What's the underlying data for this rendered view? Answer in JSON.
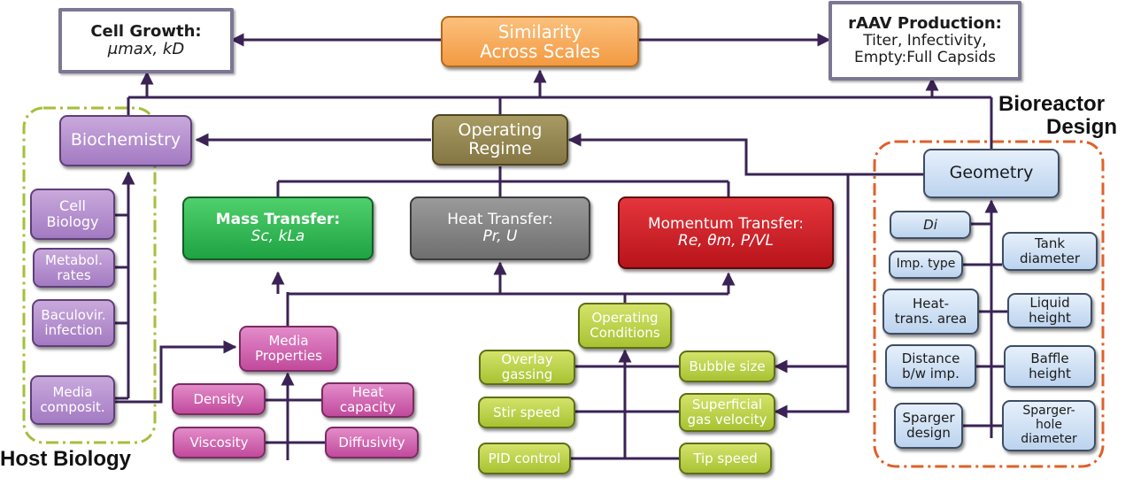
{
  "colors": {
    "wire": "#3a2354",
    "host_biology_border": "#a4bf3a",
    "bioreactor_border": "#e0602a"
  },
  "top": {
    "cell_growth": {
      "title": "Cell Growth:",
      "params": "μmax, kD"
    },
    "similarity": {
      "line1": "Similarity",
      "line2": "Across Scales"
    },
    "raav": {
      "title": "rAAV Production:",
      "line2": "Titer, Infectivity,",
      "line3": "Empty:Full Capsids"
    }
  },
  "regions": {
    "host_biology": "Host Biology",
    "bioreactor_design_line1": "Bioreactor",
    "bioreactor_design_line2": "Design"
  },
  "host_biology": {
    "biochemistry": "Biochemistry",
    "items": [
      {
        "line1": "Cell",
        "line2": "Biology"
      },
      {
        "line1": "Metabol.",
        "line2": "rates"
      },
      {
        "line1": "Baculovir.",
        "line2": "infection"
      },
      {
        "line1": "Media",
        "line2": "composit."
      }
    ]
  },
  "operating_regime": {
    "line1": "Operating",
    "line2": "Regime"
  },
  "transfer": {
    "mass": {
      "title": "Mass Transfer:",
      "params": "Sc, kLa"
    },
    "heat": {
      "title": "Heat Transfer:",
      "params": "Pr, U"
    },
    "momentum": {
      "title": "Momentum Transfer:",
      "params": "Re, θm, P/VL"
    }
  },
  "media": {
    "properties": {
      "line1": "Media",
      "line2": "Properties"
    },
    "density": "Density",
    "heat_capacity": {
      "line1": "Heat",
      "line2": "capacity"
    },
    "viscosity": "Viscosity",
    "diffusivity": "Diffusivity"
  },
  "conditions": {
    "title": {
      "line1": "Operating",
      "line2": "Conditions"
    },
    "overlay": {
      "line1": "Overlay",
      "line2": "gassing"
    },
    "stir": "Stir speed",
    "pid": "PID control",
    "bubble": "Bubble size",
    "superficial": {
      "line1": "Superficial",
      "line2": "gas velocity"
    },
    "tip": "Tip speed"
  },
  "bioreactor": {
    "geometry": "Geometry",
    "di": "Di",
    "imp_type": "Imp. type",
    "heat_area": {
      "line1": "Heat-",
      "line2": "trans. area"
    },
    "distance": {
      "line1": "Distance",
      "line2": "b/w imp."
    },
    "sparger": {
      "line1": "Sparger",
      "line2": "design"
    },
    "tank": {
      "line1": "Tank",
      "line2": "diameter"
    },
    "liquid": {
      "line1": "Liquid",
      "line2": "height"
    },
    "baffle": {
      "line1": "Baffle",
      "line2": "height"
    },
    "sparger_hole": {
      "line1": "Sparger-",
      "line2": "hole",
      "line3": "diameter"
    }
  }
}
